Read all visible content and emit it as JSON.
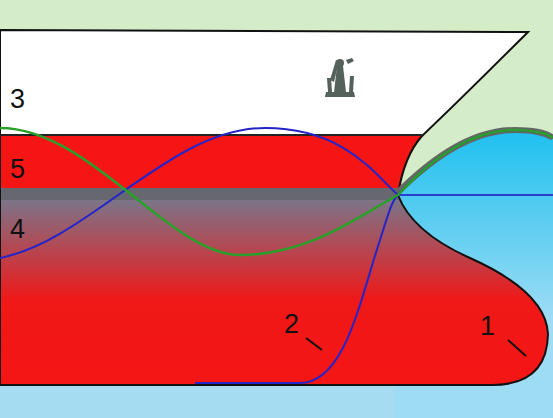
{
  "diagram": {
    "labels": [
      "3",
      "5",
      "4",
      "2",
      "1"
    ]
  }
}
